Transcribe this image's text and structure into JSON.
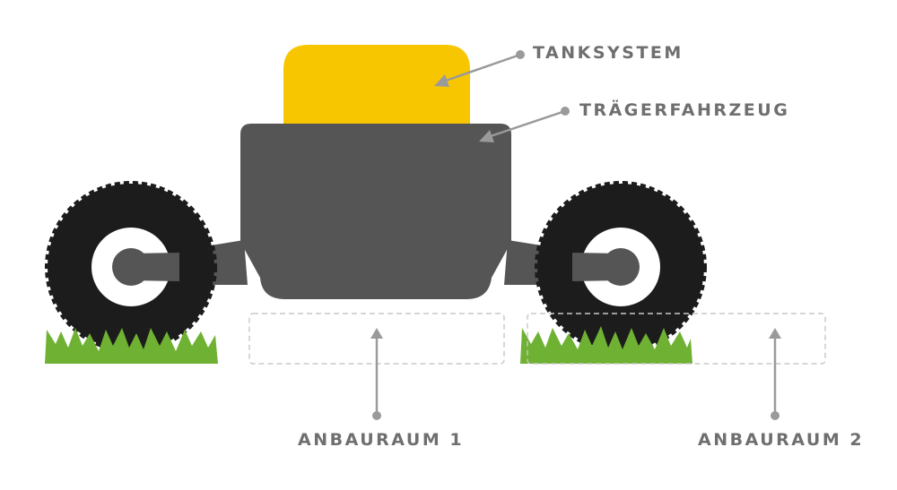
{
  "labels": {
    "tank_system": "TANKSYSTEM",
    "carrier_vehicle": "TRÄGERFAHRZEUG",
    "mounting_space_1": "ANBAURAUM 1",
    "mounting_space_2": "ANBAURAUM 2"
  },
  "colors": {
    "tank": "#f7c600",
    "body": "#555555",
    "tire": "#1c1c1c",
    "rim": "#ffffff",
    "hub": "#555555",
    "grass": "#6fb132",
    "pointer": "#9a9a9a",
    "label_text": "#6f6f6f",
    "mount_outline": "#c8c8c8"
  }
}
